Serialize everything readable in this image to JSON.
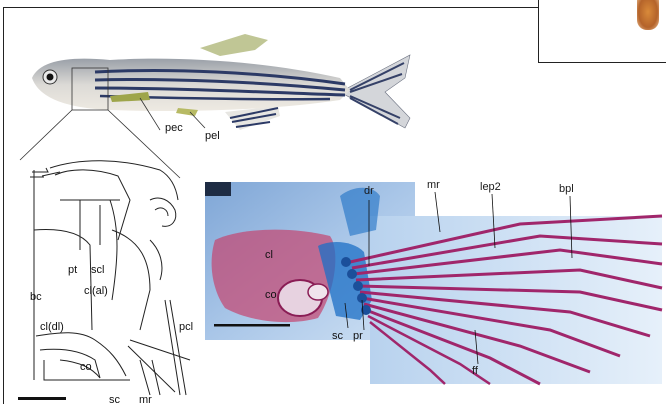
{
  "panel_a": {
    "labels": {
      "pec": "pec",
      "pel": "pel"
    }
  },
  "panel_c": {
    "labels": {
      "pt": "pt",
      "scl": "scl",
      "bc": "bc",
      "cl_al": "cl(al)",
      "cl_dl": "cl(dl)",
      "pcl": "pcl",
      "co": "co",
      "sc": "sc",
      "mr": "mr"
    }
  },
  "panel_d": {
    "labels": {
      "dr": "dr",
      "mr": "mr",
      "lep2": "lep2",
      "bpl": "bpl",
      "cl": "cl",
      "co": "co",
      "sc": "sc",
      "pr": "pr",
      "ff": "ff"
    }
  },
  "colors": {
    "fish_body": "#c9c7c3",
    "fish_stripe": "#2c3a66",
    "pectoral_fin": "#9ea54a",
    "stain_bone": "#a0266b",
    "stain_cartilage": "#1c6fc5",
    "photo_bg": "#bcd5ee"
  }
}
